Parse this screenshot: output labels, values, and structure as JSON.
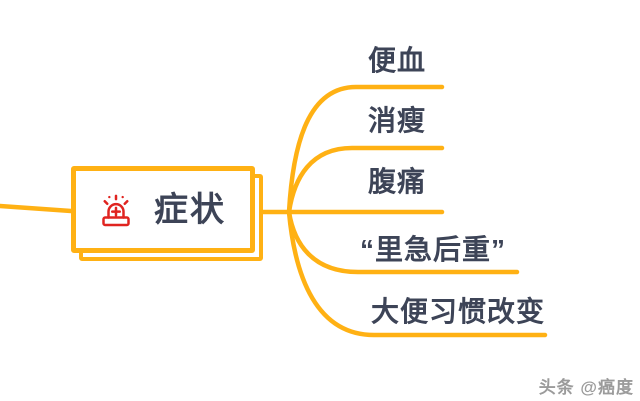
{
  "colors": {
    "branch-color": "#FFB114",
    "text-color": "#3D4457",
    "icon-color": "#E02420",
    "bg-color": "#FFFFFF",
    "watermark-color": "#9B9B9B"
  },
  "diagram": {
    "type": "mindmap",
    "root": {
      "label": "症状",
      "icon": "siren-marker"
    },
    "branches": [
      {
        "label": "便血"
      },
      {
        "label": "消瘦"
      },
      {
        "label": "腹痛"
      },
      {
        "label": "“里急后重”"
      },
      {
        "label": "大便习惯改变"
      }
    ]
  },
  "watermark": {
    "text": "头条 @癌度"
  }
}
